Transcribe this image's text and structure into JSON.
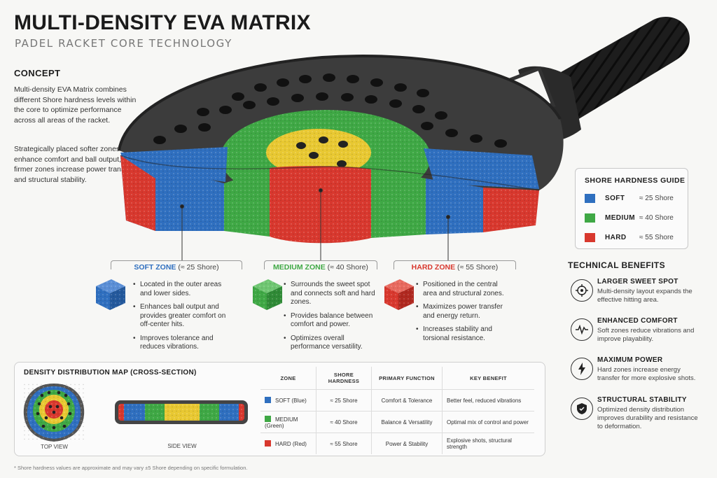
{
  "header": {
    "title": "MULTI-DENSITY EVA MATRIX",
    "subtitle": "PADEL RACKET CORE TECHNOLOGY"
  },
  "concept": {
    "heading": "CONCEPT",
    "paragraph1": "Multi-density EVA Matrix combines different Shore hardness levels within the core to optimize performance across all areas of the racket.",
    "paragraph2": "Strategically placed softer zones enhance comfort and ball output, while firmer zones increase power transfer and structural stability."
  },
  "colors": {
    "soft": "#2f6fbf",
    "medium": "#3fa845",
    "hard": "#d8382e",
    "sweet": "#e8c832",
    "frame": "#3c3c3c"
  },
  "guide": {
    "title": "SHORE HARDNESS GUIDE",
    "rows": [
      {
        "label": "SOFT",
        "value": "≈ 25 Shore"
      },
      {
        "label": "MEDIUM",
        "value": "≈ 40 Shore"
      },
      {
        "label": "HARD",
        "value": "≈ 55 Shore"
      }
    ]
  },
  "zones": [
    {
      "title": "SOFT ZONE",
      "shore": "(≈ 25 Shore)",
      "bullets": [
        "Located in the outer areas and lower sides.",
        "Enhances ball output and provides greater comfort on off-center hits.",
        "Improves tolerance and reduces vibrations."
      ]
    },
    {
      "title": "MEDIUM ZONE",
      "shore": "(≈ 40 Shore)",
      "bullets": [
        "Surrounds the sweet spot and connects soft and hard zones.",
        "Provides balance between comfort and power.",
        "Optimizes overall performance versatility."
      ]
    },
    {
      "title": "HARD ZONE",
      "shore": "(≈ 55 Shore)",
      "bullets": [
        "Positioned in the central area and structural zones.",
        "Maximizes power transfer and energy return.",
        "Increases stability and torsional resistance."
      ]
    }
  ],
  "technical": {
    "heading": "TECHNICAL BENEFITS",
    "items": [
      {
        "icon": "target-icon",
        "title": "LARGER SWEET SPOT",
        "desc": "Multi-density layout expands the effective hitting area."
      },
      {
        "icon": "pulse-icon",
        "title": "ENHANCED COMFORT",
        "desc": "Soft zones reduce vibrations and improve playability."
      },
      {
        "icon": "lightning-icon",
        "title": "MAXIMUM POWER",
        "desc": "Hard zones increase energy transfer for more explosive shots."
      },
      {
        "icon": "shield-check-icon",
        "title": "STRUCTURAL STABILITY",
        "desc": "Optimized density distribution improves durability and resistance to deformation."
      }
    ]
  },
  "map": {
    "heading": "DENSITY DISTRIBUTION MAP (CROSS-SECTION)",
    "top_caption": "TOP VIEW",
    "side_caption": "SIDE VIEW"
  },
  "table": {
    "headers": [
      "ZONE",
      "SHORE HARDNESS",
      "PRIMARY FUNCTION",
      "KEY BENEFIT"
    ],
    "rows": [
      {
        "zone": "SOFT (Blue)",
        "shore": "≈ 25 Shore",
        "function": "Comfort & Tolerance",
        "benefit": "Better feel, reduced vibrations"
      },
      {
        "zone": "MEDIUM (Green)",
        "shore": "≈ 40 Shore",
        "function": "Balance & Versatility",
        "benefit": "Optimal mix of control and power"
      },
      {
        "zone": "HARD (Red)",
        "shore": "≈ 55 Shore",
        "function": "Power & Stability",
        "benefit": "Explosive shots, structural strength"
      }
    ]
  },
  "footnote": "* Shore hardness values are approximate and may vary ±5 Shore depending on specific formulation."
}
